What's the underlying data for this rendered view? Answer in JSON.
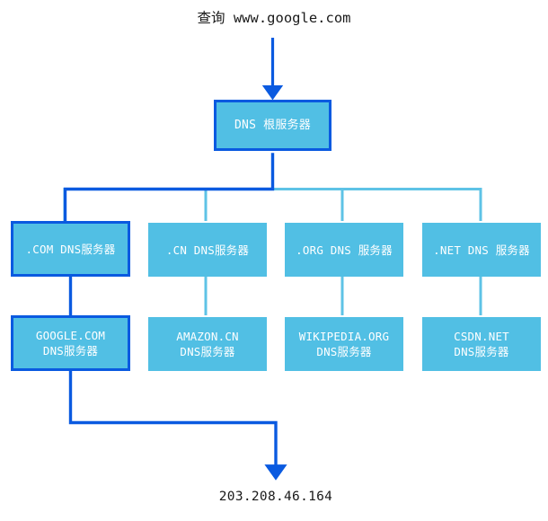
{
  "diagram": {
    "title_text": "查询 www.google.com",
    "result_text": "203.208.46.164",
    "colors": {
      "node_fill": "#51bfe4",
      "highlight_stroke": "#0a5ae0",
      "normal_stroke": "#51bfe4",
      "text_on_node": "#ffffff",
      "caption_text": "#1a1a1a",
      "background": "#ffffff"
    },
    "query_label": {
      "name": "query-label",
      "text": "查询 www.google.com"
    },
    "root": {
      "name": "dns-root-server",
      "label": "DNS 根服务器",
      "highlighted": true
    },
    "tld_servers": [
      {
        "name": "com-dns-server",
        "label": ".COM DNS服务器",
        "highlighted": true
      },
      {
        "name": "cn-dns-server",
        "label": ".CN DNS服务器",
        "highlighted": false
      },
      {
        "name": "org-dns-server",
        "label": ".ORG DNS 服务器",
        "highlighted": false
      },
      {
        "name": "net-dns-server",
        "label": ".NET DNS 服务器",
        "highlighted": false
      }
    ],
    "authoritative_servers": [
      {
        "name": "google-com-dns-server",
        "label": "GOOGLE.COM\nDNS服务器",
        "highlighted": true
      },
      {
        "name": "amazon-cn-dns-server",
        "label": "AMAZON.CN\nDNS服务器",
        "highlighted": false
      },
      {
        "name": "wikipedia-org-dns-server",
        "label": "WIKIPEDIA.ORG\nDNS服务器",
        "highlighted": false
      },
      {
        "name": "csdn-net-dns-server",
        "label": "CSDN.NET\nDNS服务器",
        "highlighted": false
      }
    ],
    "result_label": {
      "name": "resolved-ip-address",
      "text": "203.208.46.164"
    }
  }
}
